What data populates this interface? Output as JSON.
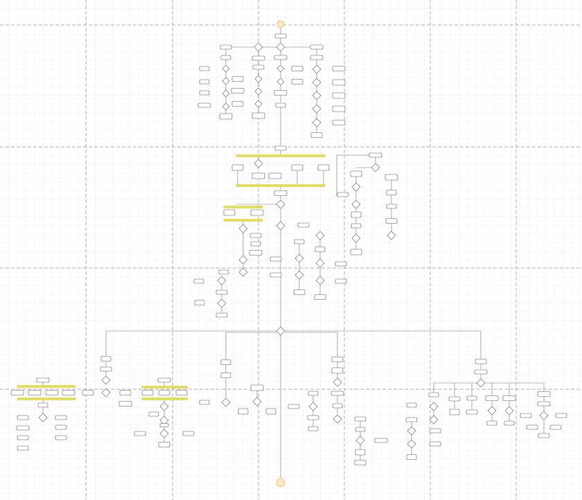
{
  "diagram": {
    "type": "activity-diagram",
    "start_label": "",
    "end_label": "",
    "colors": {
      "background": "#ffffff",
      "grid": "#eeeeee",
      "lane_divider": "#9a9a9a",
      "node_stroke": "#555555",
      "fork_bar": "#e8e04a",
      "terminal": "#fde9c0"
    },
    "lanes_vertical": 7,
    "lanes_horizontal": 4
  }
}
